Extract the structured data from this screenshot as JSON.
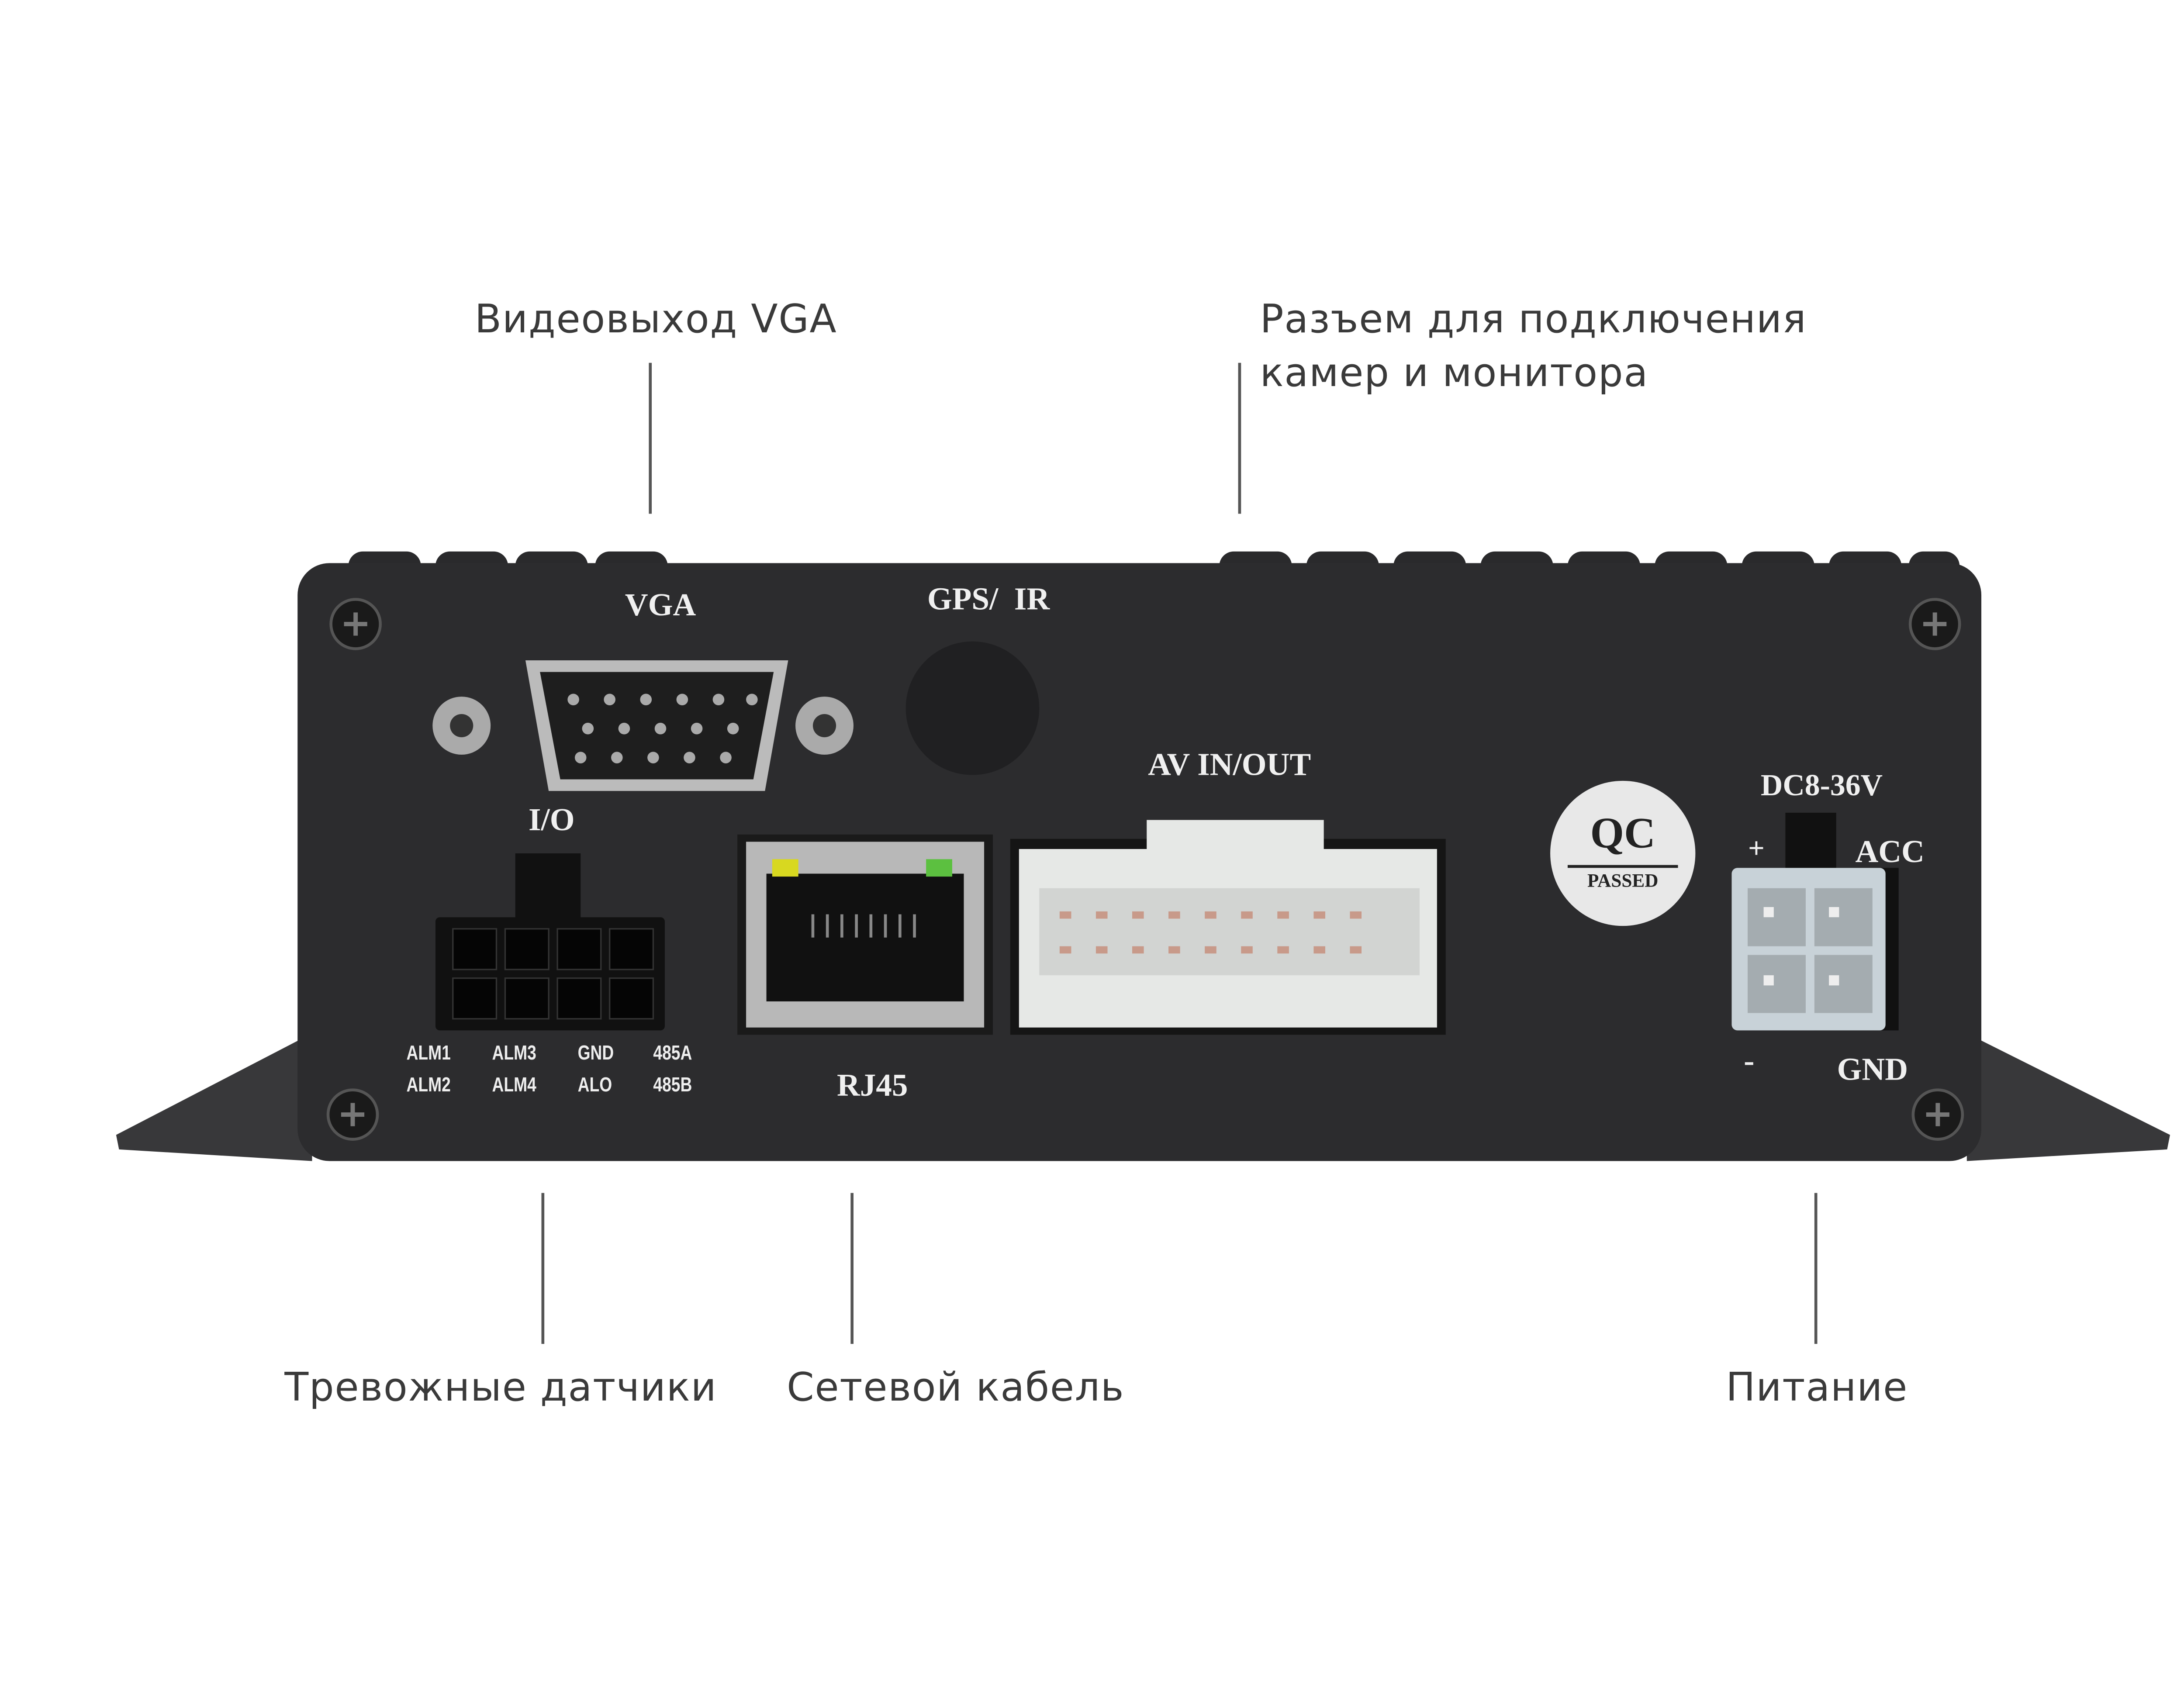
{
  "callouts": {
    "vga": "Видеовыход VGA",
    "av_line1": "Разъем для подключения",
    "av_line2": "камер и монитора",
    "alarm": "Тревожные датчики",
    "network": "Сетевой кабель",
    "power": "Питание"
  },
  "device_labels": {
    "vga": "VGA",
    "gps_ir": "GPS/  IR",
    "io": "I/O",
    "rj45": "RJ45",
    "av": "AV IN/OUT",
    "dc": "DC8-36V",
    "plus": "+",
    "acc": "ACC",
    "minus": "-",
    "gnd": "GND",
    "io_pins": [
      [
        "ALM1",
        "ALM3",
        "GND",
        "485A"
      ],
      [
        "ALM2",
        "ALM4",
        "ALO",
        "485B"
      ]
    ],
    "qc_top": "QC",
    "qc_bottom": "PASSED"
  },
  "colors": {
    "body": "#2c2c2e",
    "connector_white": "#e6e8e6",
    "led_yellow": "#d8d820",
    "led_green": "#5cc040"
  }
}
